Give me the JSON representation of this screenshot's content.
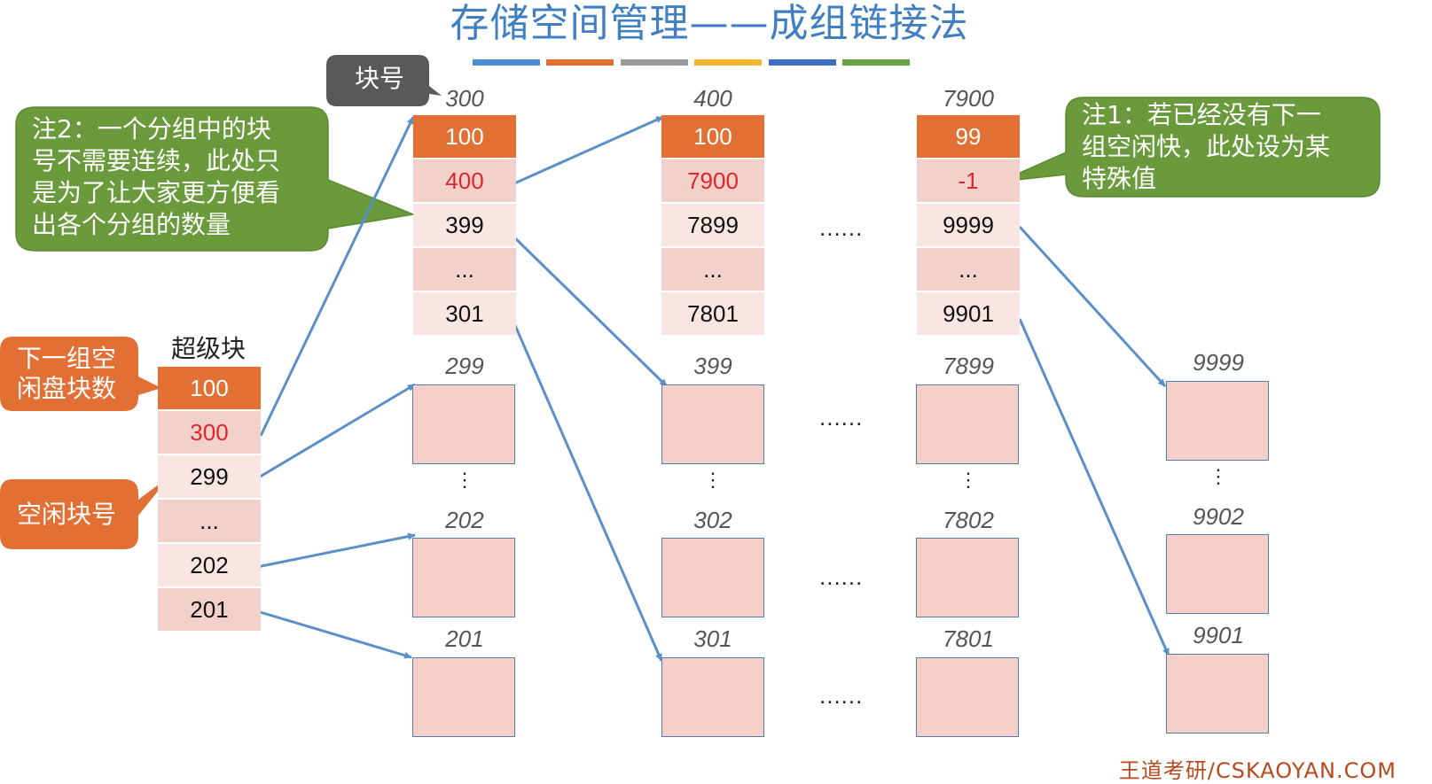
{
  "title": "存储空间管理——成组链接法",
  "title_bar_colors": [
    "#4a8cd4",
    "#e26f34",
    "#9a9a9a",
    "#f2b630",
    "#3b6fc4",
    "#6aa341"
  ],
  "block_no_tag": "块号",
  "superblock": {
    "title": "超级块",
    "cells": [
      "100",
      "300",
      "299",
      "...",
      "202",
      "201"
    ]
  },
  "group_tables": [
    {
      "label": "300",
      "cells": [
        "100",
        "400",
        "399",
        "...",
        "301"
      ]
    },
    {
      "label": "400",
      "cells": [
        "100",
        "7900",
        "7899",
        "...",
        "7801"
      ]
    },
    {
      "label": "7900",
      "cells": [
        "99",
        "-1",
        "9999",
        "...",
        "9901"
      ]
    }
  ],
  "free_block_columns": [
    {
      "labels": [
        "299",
        "202",
        "201"
      ]
    },
    {
      "labels": [
        "399",
        "302",
        "301"
      ]
    },
    {
      "labels": [
        "7899",
        "7802",
        "7801"
      ]
    },
    {
      "labels": [
        "9999",
        "9902",
        "9901"
      ]
    }
  ],
  "ellipsis_h": "......",
  "ellipsis_v": "⋮",
  "annotations": {
    "note1": "注1：若已经没有下一组空闲快，此处设为某特殊值",
    "note1_lines": [
      "注1：若已经没有下一",
      "组空闲快，此处设为某",
      "特殊值"
    ],
    "note2": "注2：一个分组中的块号不需要连续，此处只是为了让大家更方便看出各个分组的数量",
    "note2_lines": [
      "注2：一个分组中的块",
      "号不需要连续，此处只",
      "是为了让大家更方便看",
      "出各个分组的数量"
    ],
    "next_group_count": "下一组空闲盘块数",
    "next_group_count_lines": [
      "下一组空",
      "闲盘块数"
    ],
    "free_block_no": "空闲块号"
  },
  "watermark": "王道考研/CSKAOYAN.COM",
  "colors": {
    "accent_orange": "#e26f34",
    "callout_green": "#6a9a3c",
    "tag_gray": "#595959",
    "arrow_blue": "#5b8fc7",
    "red_value": "#e0252a",
    "cell_pink": "#f3d1cb",
    "box_border": "#4f7fb2"
  }
}
